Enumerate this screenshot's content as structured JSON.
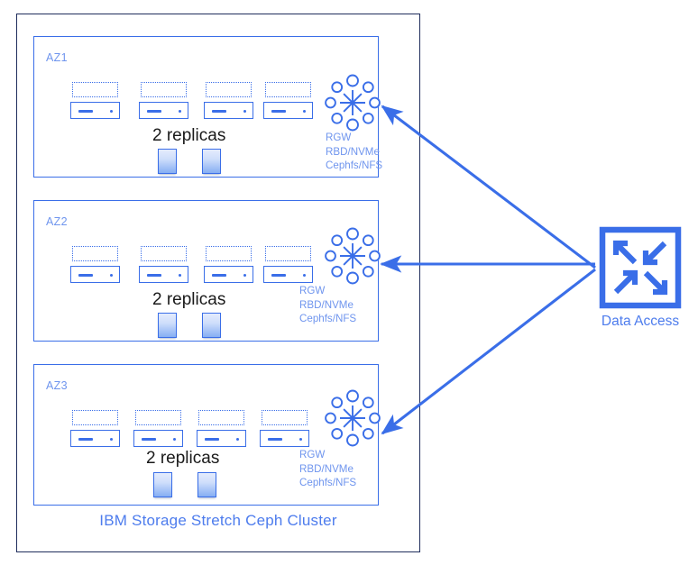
{
  "diagram": {
    "title": "IBM Storage Stretch Ceph Cluster",
    "accent_blue": "#3a6ee8",
    "label_blue": "#6f95ee",
    "caption_blue": "#4d7ced",
    "frame_navy": "#1f2d5c",
    "text_dark": "#1a1a1a"
  },
  "zones": [
    {
      "id": "az1",
      "label": "AZ1",
      "nodes": [
        "node",
        "node",
        "node",
        "node"
      ],
      "replicas_label": "2 replicas",
      "replica_count": 2,
      "services": [
        "RGW",
        "RBD/NVMe",
        "Cephfs/NFS"
      ],
      "cluster_icon": "ceph-star-icon"
    },
    {
      "id": "az2",
      "label": "AZ2",
      "nodes": [
        "node",
        "node",
        "node",
        "node"
      ],
      "replicas_label": "2 replicas",
      "replica_count": 2,
      "services": [
        "RGW",
        "RBD/NVMe",
        "Cephfs/NFS"
      ],
      "cluster_icon": "ceph-star-icon"
    },
    {
      "id": "az3",
      "label": "AZ3",
      "nodes": [
        "node",
        "node",
        "node",
        "node"
      ],
      "replicas_label": "2 replicas",
      "replica_count": 2,
      "services": [
        "RGW",
        "RBD/NVMe",
        "Cephfs/NFS"
      ],
      "cluster_icon": "ceph-star-icon"
    }
  ],
  "data_access": {
    "label": "Data Access",
    "icon": "expand-arrows-icon"
  },
  "connections": [
    {
      "from": "data-access",
      "to": "az1",
      "direction": "to-zone"
    },
    {
      "from": "data-access",
      "to": "az2",
      "direction": "to-zone"
    },
    {
      "from": "data-access",
      "to": "az3",
      "direction": "to-zone"
    }
  ]
}
